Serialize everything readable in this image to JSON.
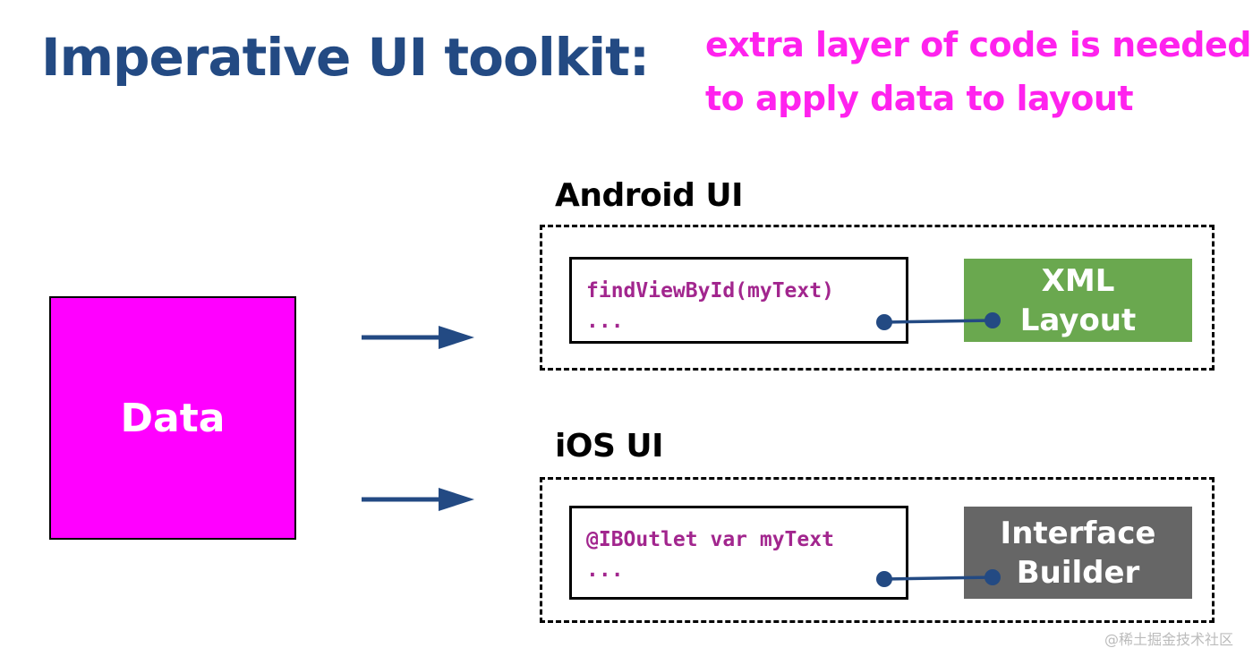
{
  "title": "Imperative UI toolkit:",
  "note": {
    "line1": "extra layer of code is needed",
    "line2": "to apply data to layout"
  },
  "data_label": "Data",
  "android": {
    "label": "Android UI",
    "code_line1": "findViewById(myText)",
    "code_line2": "...",
    "tool_line1": "XML",
    "tool_line2": "Layout"
  },
  "ios": {
    "label": "iOS UI",
    "code_line1": "@IBOutlet var myText",
    "code_line2": "...",
    "tool_line1": "Interface",
    "tool_line2": "Builder"
  },
  "watermark": "@稀土掘金技术社区",
  "colors": {
    "title": "#234a83",
    "note": "#ff22ee",
    "data_box": "#ff00ff",
    "code_text": "#a2268e",
    "xml_layout": "#6aa84f",
    "interface_builder": "#666666",
    "arrow": "#234a83"
  }
}
